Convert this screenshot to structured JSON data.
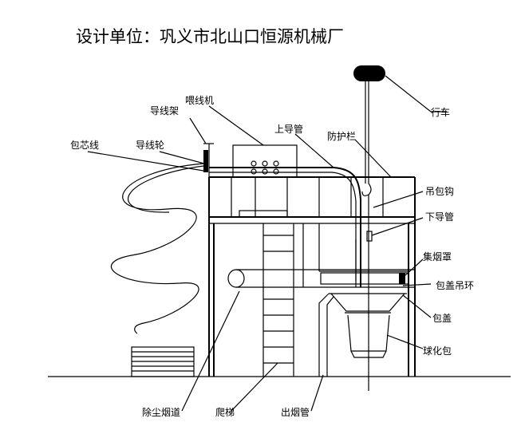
{
  "title": "设计单位：巩义市北山口恒源机械厂",
  "labels": {
    "crane": "行车",
    "wire_frame": "导线架",
    "feeding_machine": "喂线机",
    "upper_pipe": "上导管",
    "guard_rail": "防护栏",
    "cored_wire": "包芯线",
    "guide_wheel": "导线轮",
    "ladle_hook": "吊包钩",
    "lower_pipe": "下导管",
    "smoke_hood": "集烟罩",
    "cover_ring": "包盖吊环",
    "cover": "包盖",
    "ladle": "球化包",
    "dust_flue": "除尘烟道",
    "ladder": "爬梯",
    "smoke_outlet": "出烟管"
  }
}
